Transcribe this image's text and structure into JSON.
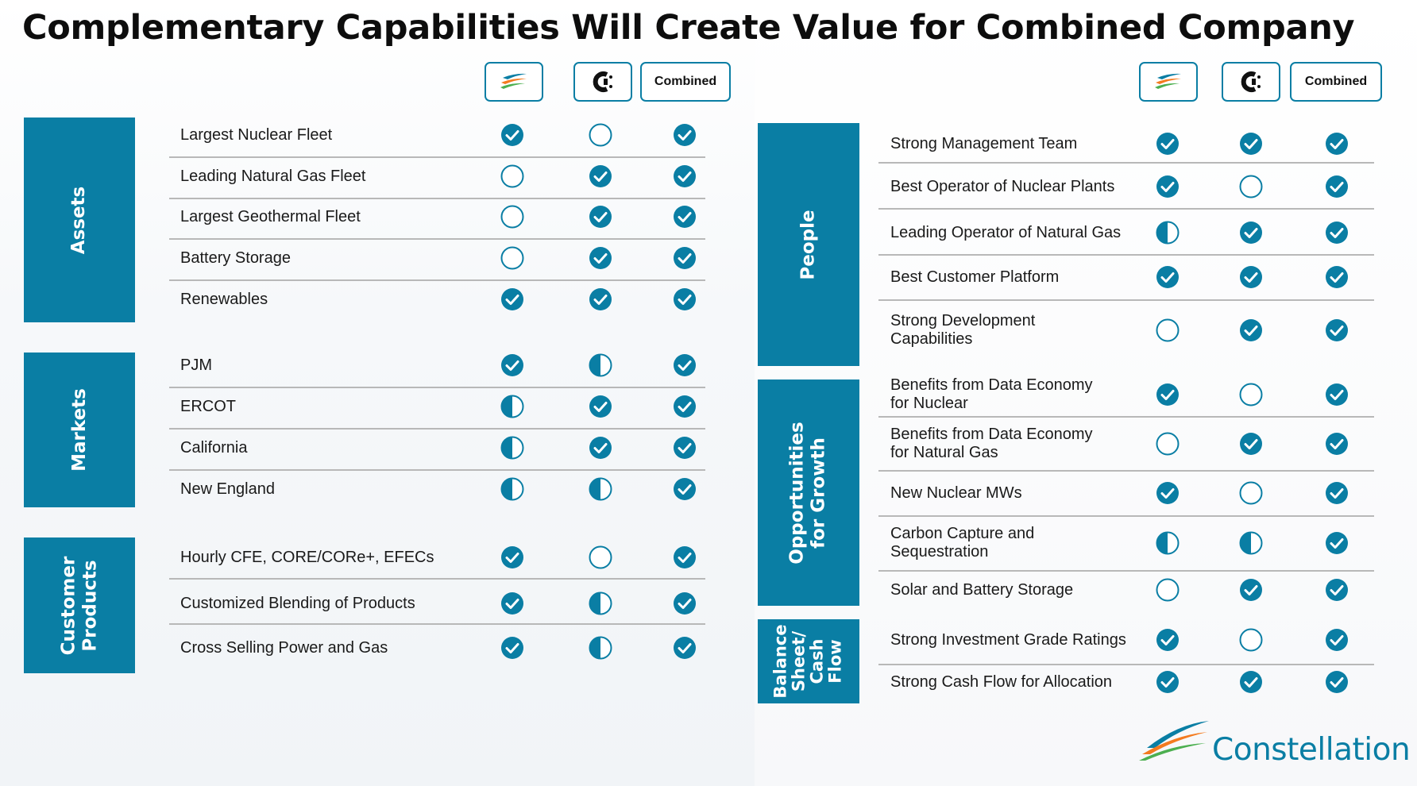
{
  "title": "Complementary Capabilities Will Create Value for Combined Company",
  "columns": {
    "company_a_icon": "constellation-logo-icon",
    "company_b_icon": "calpine-logo-icon",
    "combined_label": "Combined"
  },
  "legend": {
    "full": "filled-check",
    "partial": "half-filled",
    "none": "empty-circle"
  },
  "colors": {
    "accent": "#0a7ea4",
    "check": "#0a7ea4",
    "logo_orange": "#f47b20",
    "logo_green": "#4caf50",
    "logo_blue": "#0a7ea4"
  },
  "left_sections": [
    {
      "label": "Assets",
      "rows": [
        {
          "label": "Largest Nuclear Fleet",
          "status": [
            "full",
            "none",
            "full"
          ]
        },
        {
          "label": "Leading Natural Gas Fleet",
          "status": [
            "none",
            "full",
            "full"
          ]
        },
        {
          "label": "Largest Geothermal Fleet",
          "status": [
            "none",
            "full",
            "full"
          ]
        },
        {
          "label": "Battery Storage",
          "status": [
            "none",
            "full",
            "full"
          ]
        },
        {
          "label": "Renewables",
          "status": [
            "full",
            "full",
            "full"
          ]
        }
      ]
    },
    {
      "label": "Markets",
      "rows": [
        {
          "label": "PJM",
          "status": [
            "full",
            "partial",
            "full"
          ]
        },
        {
          "label": "ERCOT",
          "status": [
            "partial",
            "full",
            "full"
          ]
        },
        {
          "label": "California",
          "status": [
            "partial",
            "full",
            "full"
          ]
        },
        {
          "label": "New England",
          "status": [
            "partial",
            "partial",
            "full"
          ]
        }
      ]
    },
    {
      "label": "Customer\nProducts",
      "rows": [
        {
          "label": "Hourly CFE, CORE/CORe+, EFECs",
          "status": [
            "full",
            "none",
            "full"
          ]
        },
        {
          "label": "Customized Blending of Products",
          "status": [
            "full",
            "partial",
            "full"
          ]
        },
        {
          "label": "Cross Selling Power and Gas",
          "status": [
            "full",
            "partial",
            "full"
          ]
        }
      ]
    }
  ],
  "right_sections": [
    {
      "label": "People",
      "rows": [
        {
          "label": "Strong Management Team",
          "status": [
            "full",
            "full",
            "full"
          ]
        },
        {
          "label": "Best Operator of Nuclear Plants",
          "status": [
            "full",
            "none",
            "full"
          ]
        },
        {
          "label": "Leading Operator of Natural Gas",
          "status": [
            "partial",
            "full",
            "full"
          ]
        },
        {
          "label": "Best Customer Platform",
          "status": [
            "full",
            "full",
            "full"
          ]
        },
        {
          "label": "Strong Development\nCapabilities",
          "status": [
            "none",
            "full",
            "full"
          ]
        }
      ]
    },
    {
      "label": "Opportunities\nfor Growth",
      "rows": [
        {
          "label": "Benefits from Data Economy\nfor Nuclear",
          "status": [
            "full",
            "none",
            "full"
          ]
        },
        {
          "label": "Benefits from Data Economy\nfor Natural Gas",
          "status": [
            "none",
            "full",
            "full"
          ]
        },
        {
          "label": "New Nuclear MWs",
          "status": [
            "full",
            "none",
            "full"
          ]
        },
        {
          "label": "Carbon Capture and\nSequestration",
          "status": [
            "partial",
            "partial",
            "full"
          ]
        },
        {
          "label": "Solar and Battery Storage",
          "status": [
            "none",
            "full",
            "full"
          ]
        }
      ]
    },
    {
      "label": "Balance\nSheet/\nCash\nFlow",
      "rows": [
        {
          "label": "Strong Investment Grade Ratings",
          "status": [
            "full",
            "none",
            "full"
          ]
        },
        {
          "label": "Strong Cash Flow for Allocation",
          "status": [
            "full",
            "full",
            "full"
          ]
        }
      ]
    }
  ],
  "footer": {
    "brand": "Constellation",
    "brand_mark": "constellation-swoosh-icon"
  }
}
